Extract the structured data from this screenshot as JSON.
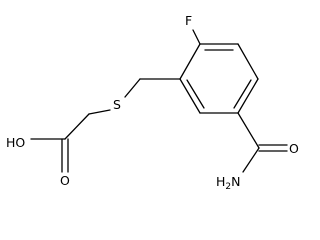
{
  "molecule": {
    "atoms": {
      "fluorine": "F",
      "sulfur": "S",
      "hydroxyl": "HO",
      "carbonyl_oxygen_acid": "O",
      "carbonyl_oxygen_amide": "O",
      "amide_nitrogen": "H2N"
    }
  }
}
